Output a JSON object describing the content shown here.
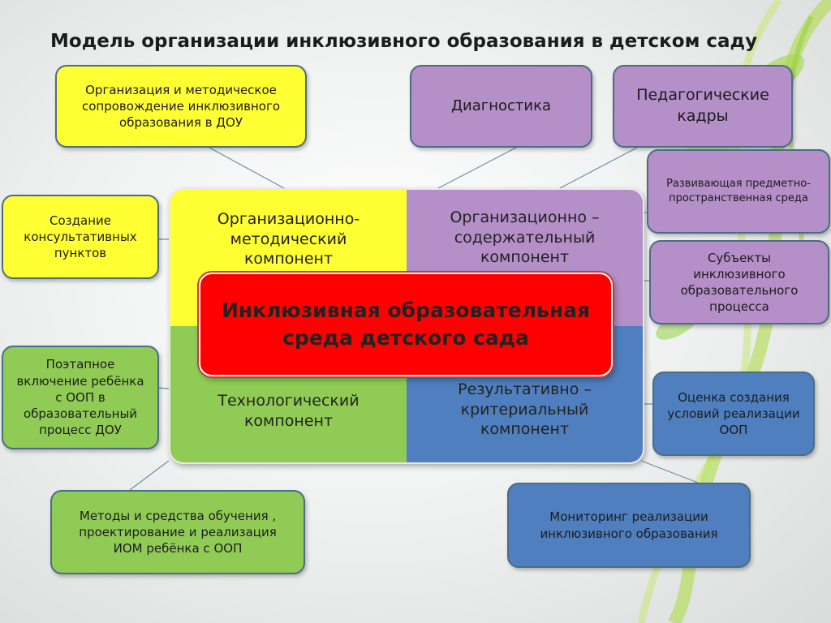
{
  "title": "Модель организации инклюзивного образования в детском саду",
  "center": {
    "text": "Инклюзивная образовательная среда детского сада"
  },
  "components": {
    "org_method": "Организационно- методический компонент",
    "org_content": "Организационно – содержательный компонент",
    "technological": "Технологический компонент",
    "result_criteria": "Результативно – критериальный компонент"
  },
  "boxes": {
    "org_support": "Организация и методическое сопровождение инклюзивного образования в ДОУ",
    "consult_points": "Создание консультативных пунктов",
    "stepwise_inclusion": "Поэтапное включение ребёнка с ООП в образовательный процесс ДОУ",
    "methods": "Методы и средства обучения , проектирование и реализация ИОМ ребёнка с ООП",
    "diagnostics": "Диагностика",
    "ped_staff": "Педагогические кадры",
    "dev_environment": "Развивающая предметно- пространственная среда",
    "subjects": "Субъекты инклюзивного образовательного процесса",
    "assessment": "Оценка создания условий реализации ООП",
    "monitoring": "Мониторинг реализации инклюзивного образования"
  },
  "colors": {
    "yellow": "#ffff33",
    "purple": "#b48fc8",
    "green": "#90cc55",
    "blue": "#4f7fbe",
    "red": "#ff0000"
  }
}
